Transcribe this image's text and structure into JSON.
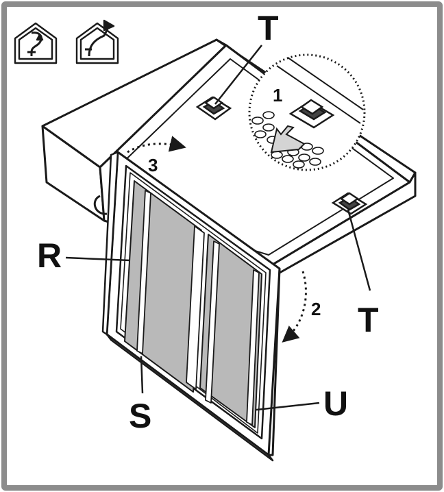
{
  "diagram": {
    "frame_color": "#8c8c8c",
    "line_color": "#1a1a1a",
    "panel_fill": "#ffffff",
    "filter_fill": "#b9b9b9",
    "icons": [
      {
        "name": "recirculation-mode-icon"
      },
      {
        "name": "extraction-mode-icon"
      }
    ],
    "callouts": {
      "top_t": "T",
      "right_t": "T",
      "r": "R",
      "s": "S",
      "u": "U"
    },
    "steps": {
      "one": "1",
      "two": "2",
      "three": "3"
    }
  }
}
